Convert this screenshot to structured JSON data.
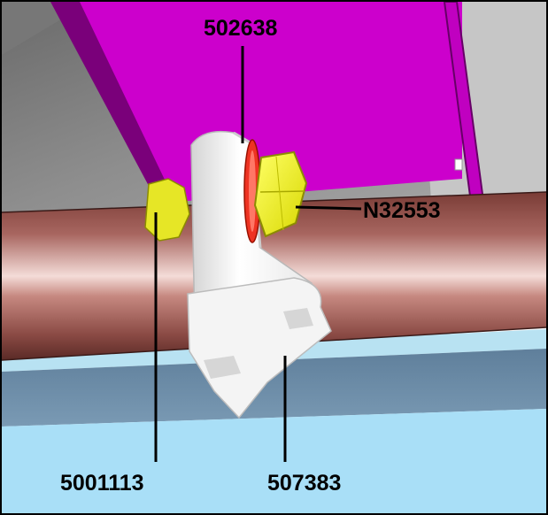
{
  "labels": {
    "top": "502638",
    "right": "N32553",
    "bottom_left": "5001113",
    "bottom_right": "507383"
  },
  "colors": {
    "wall_gray": "#8a8a8a",
    "wall_light": "#c4c4c4",
    "purple_panel": "#cc00cc",
    "purple_dark": "#7a007a",
    "pipe_mid": "#b07068",
    "pipe_dark": "#5a2a26",
    "floor_top": "#b8e2f2",
    "floor_mid": "#6f90aa",
    "floor_front": "#a9dff7",
    "bracket": "#ffffff",
    "bolt": "#ffff33",
    "washer": "#ee3322"
  }
}
